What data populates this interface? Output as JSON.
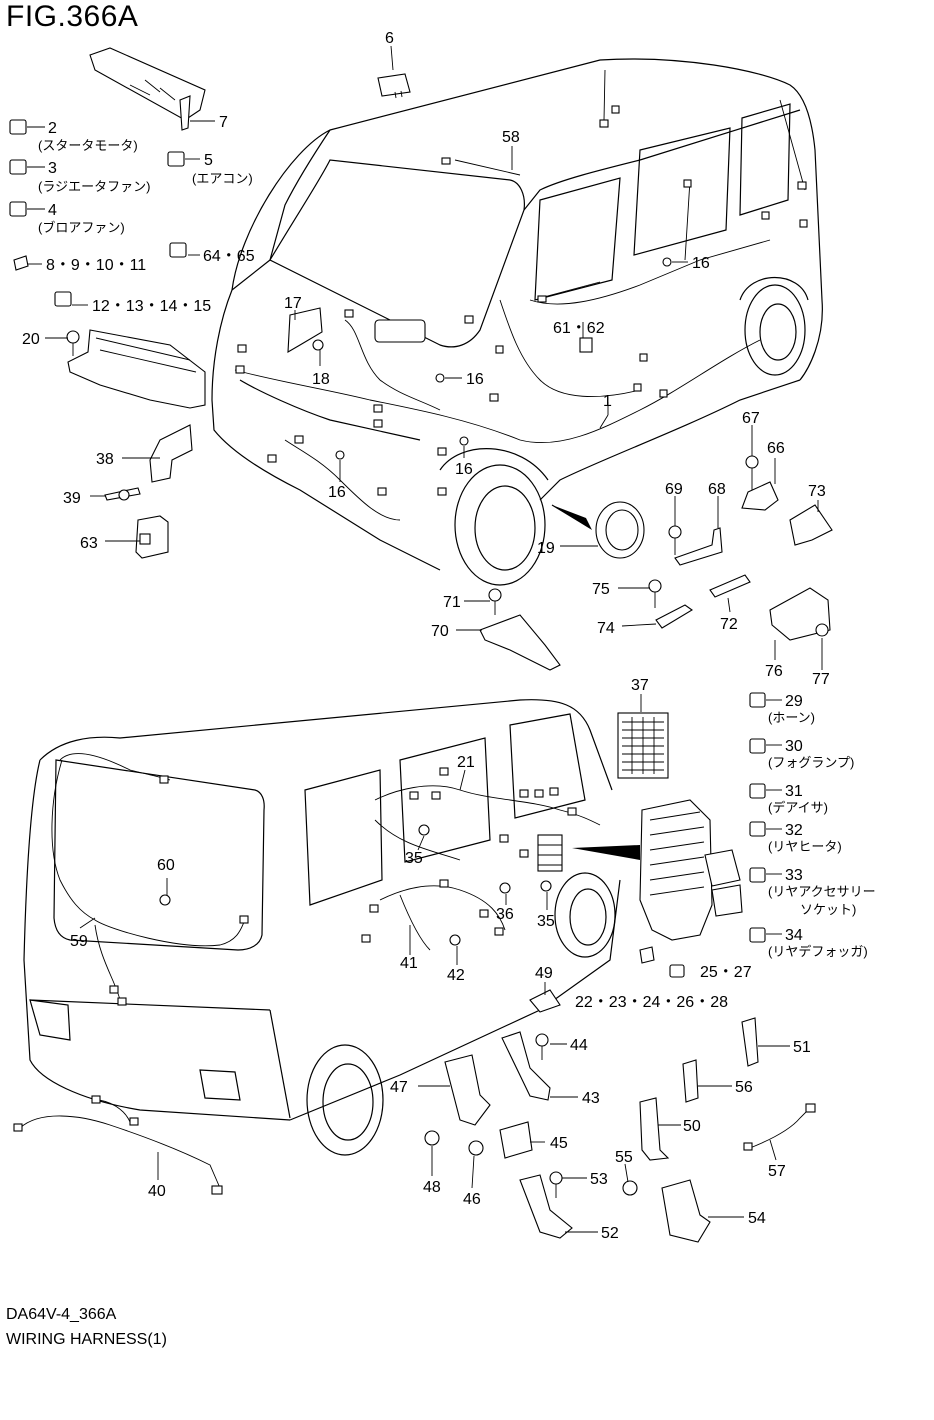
{
  "figure": {
    "title": "FIG.366A",
    "code": "DA64V-4_366A",
    "name": "WIRING HARNESS(1)"
  },
  "callouts": {
    "c1": "1",
    "c2": "2",
    "c3": "3",
    "c4": "4",
    "c5": "5",
    "c6": "6",
    "c7": "7",
    "c8": "8・9・10・11",
    "c12": "12・13・14・15",
    "c16": "16",
    "c17": "17",
    "c18": "18",
    "c19": "19",
    "c20": "20",
    "c21": "21",
    "c22": "22・23・24・26・28",
    "c25": "25・27",
    "c29": "29",
    "c30": "30",
    "c31": "31",
    "c32": "32",
    "c33": "33",
    "c34": "34",
    "c35": "35",
    "c36": "36",
    "c37": "37",
    "c38": "38",
    "c39": "39",
    "c40": "40",
    "c41": "41",
    "c42": "42",
    "c43": "43",
    "c44": "44",
    "c45": "45",
    "c46": "46",
    "c47": "47",
    "c48": "48",
    "c49": "49",
    "c50": "50",
    "c51": "51",
    "c52": "52",
    "c53": "53",
    "c54": "54",
    "c55": "55",
    "c56": "56",
    "c57": "57",
    "c58": "58",
    "c59": "59",
    "c60": "60",
    "c61": "61・62",
    "c63": "63",
    "c64": "64・65",
    "c66": "66",
    "c67": "67",
    "c68": "68",
    "c69": "69",
    "c70": "70",
    "c71": "71",
    "c72": "72",
    "c73": "73",
    "c74": "74",
    "c75": "75",
    "c76": "76",
    "c77": "77"
  },
  "descriptions": {
    "d2": "(スタータモータ)",
    "d3": "(ラジエータファン)",
    "d4": "(ブロアファン)",
    "d5": "(エアコン)",
    "d29": "(ホーン)",
    "d30": "(フォグランプ)",
    "d31": "(デアイサ)",
    "d32": "(リヤヒータ)",
    "d33a": "(リヤアクセサリー",
    "d33b": "ソケット)",
    "d34": "(リヤデフォッガ)"
  }
}
